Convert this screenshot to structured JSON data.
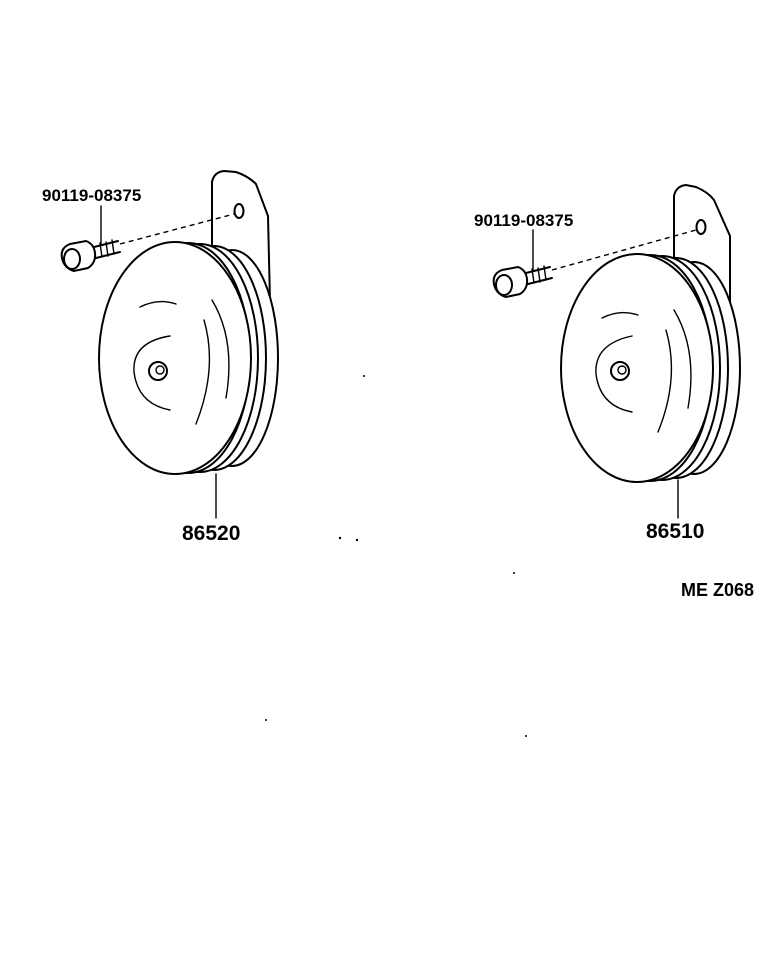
{
  "parts": {
    "left_bolt": {
      "part_number": "90119-08375"
    },
    "left_horn": {
      "part_number": "86520"
    },
    "right_bolt": {
      "part_number": "90119-08375"
    },
    "right_horn": {
      "part_number": "86510"
    }
  },
  "drawing_reference": "ME Z068"
}
